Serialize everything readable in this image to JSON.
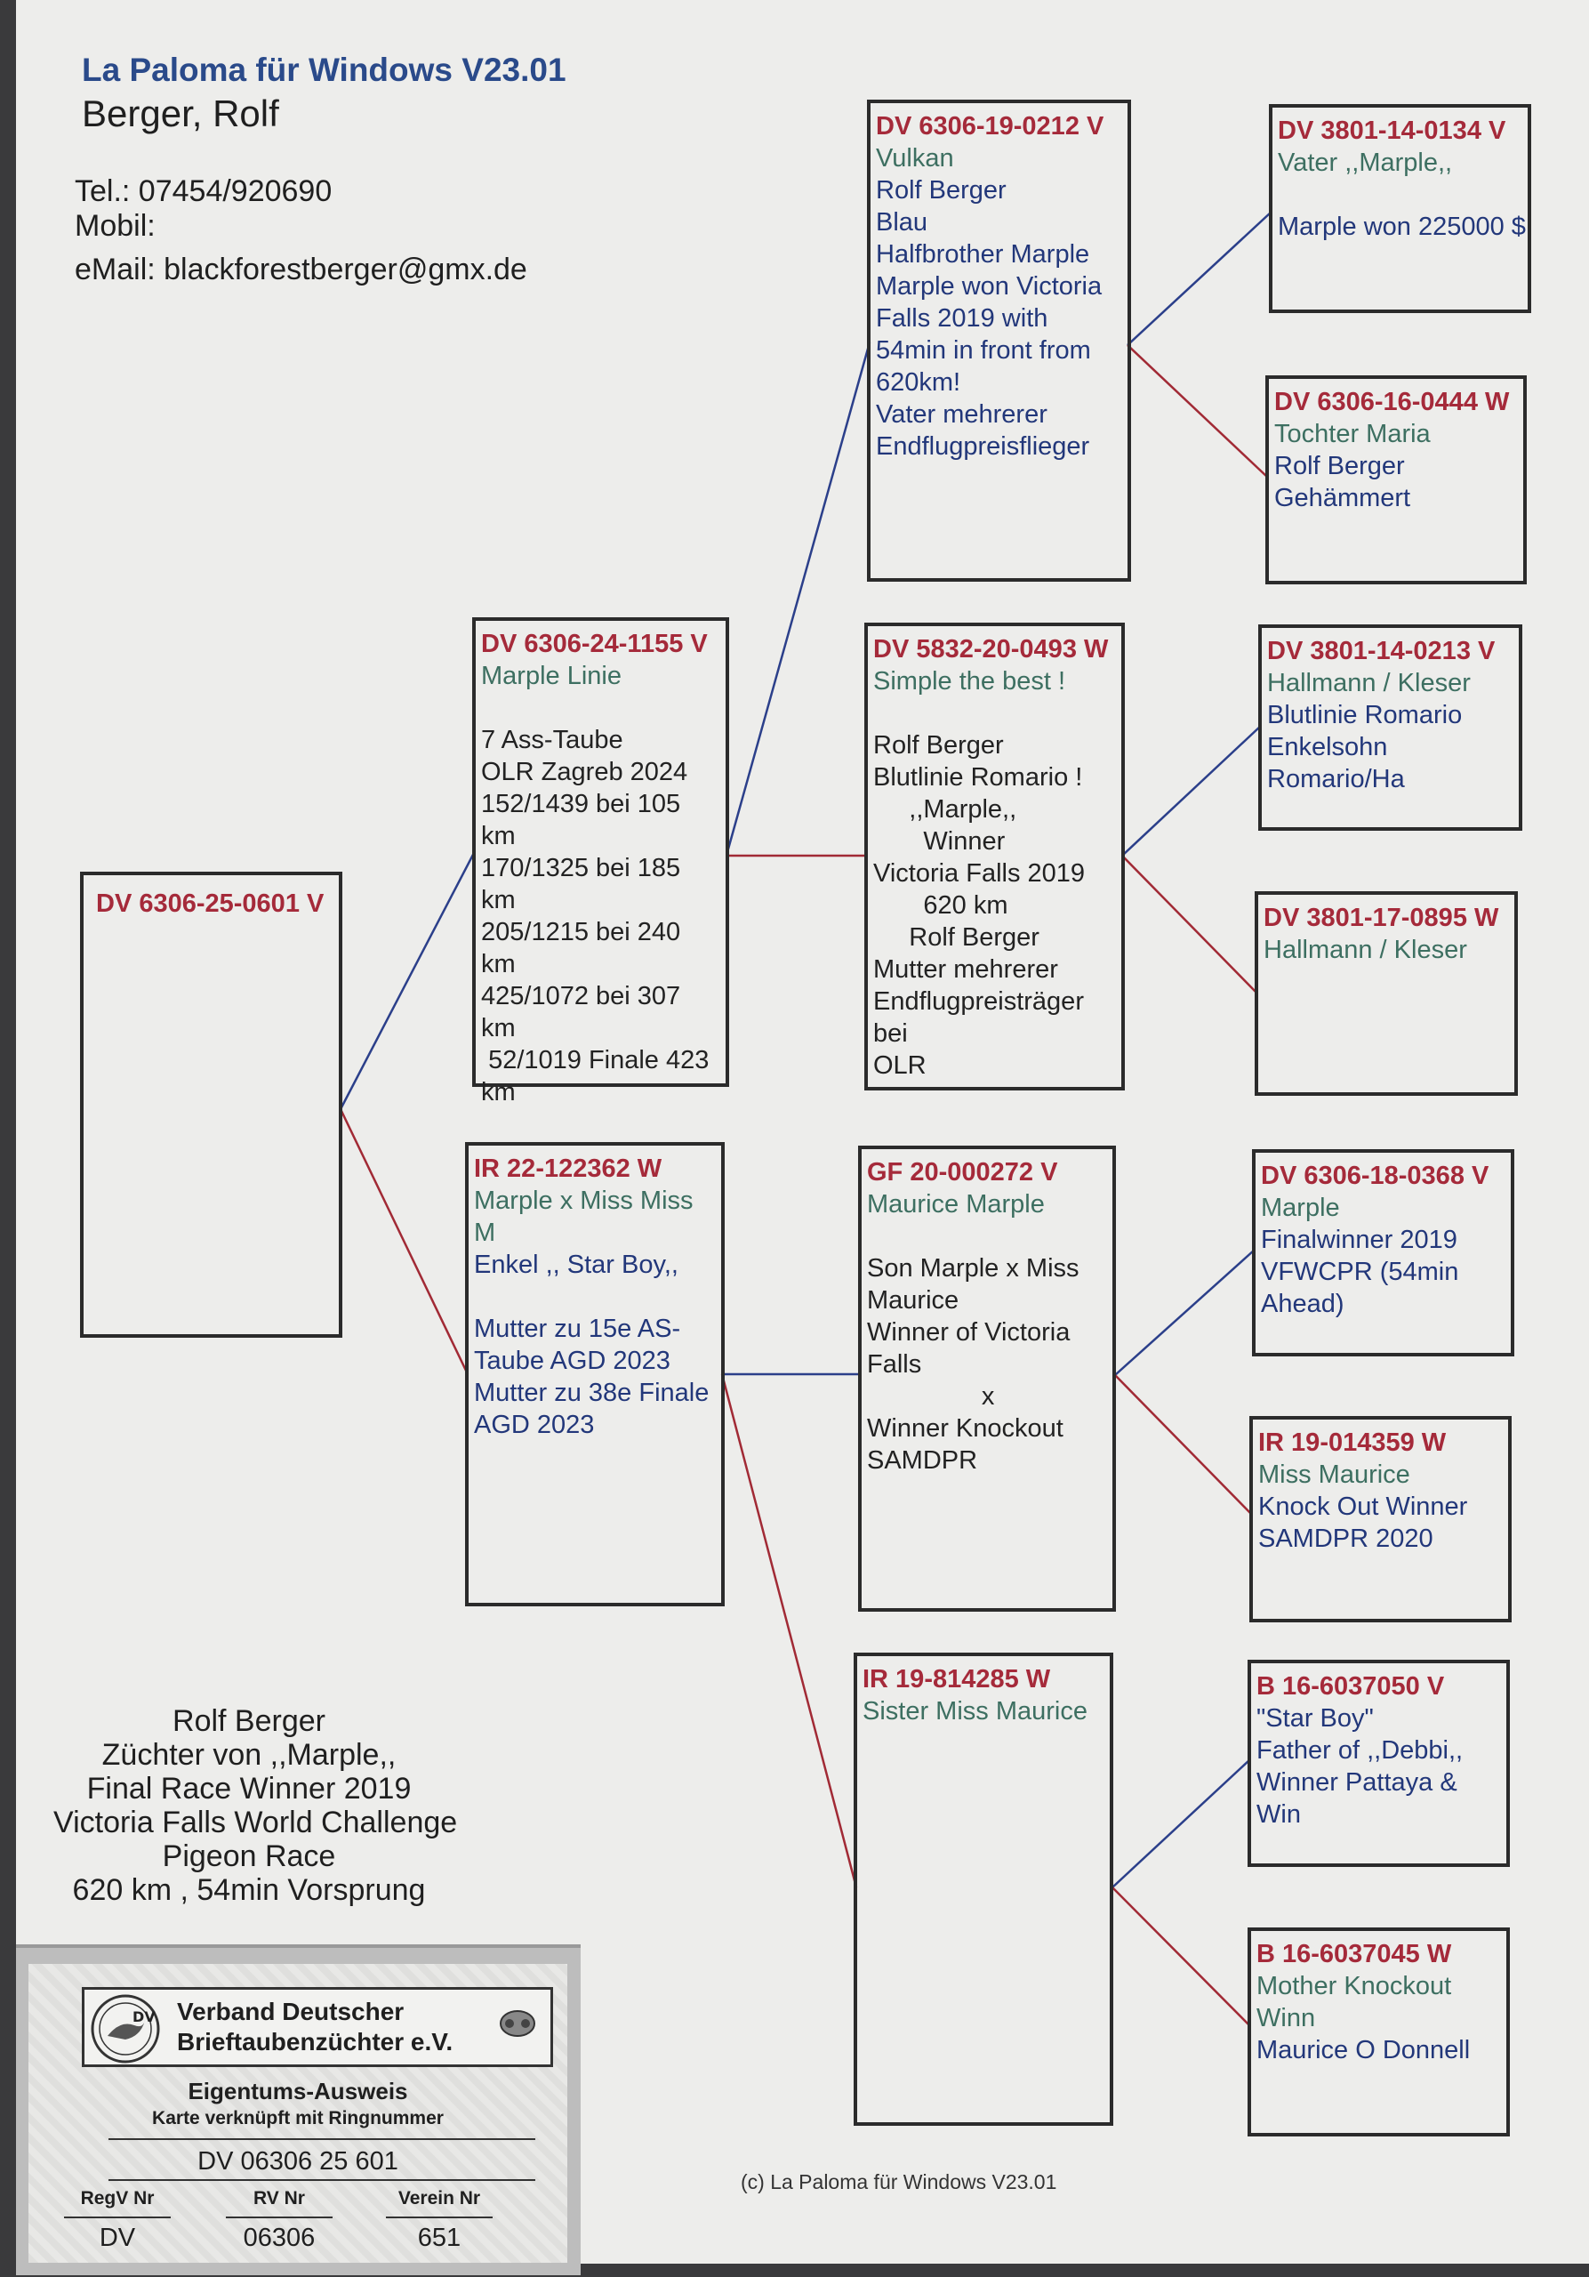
{
  "header": {
    "title": "La Paloma für Windows V23.01",
    "name": "Berger, Rolf",
    "tel": "Tel.: 07454/920690",
    "mobil": "Mobil:",
    "email": "eMail: blackforestberger@gmx.de"
  },
  "pedigree": {
    "subject": {
      "ring": "DV 6306-25-0601 V"
    },
    "sire": {
      "ring": "DV 6306-24-1155 V",
      "name": "Marple Linie",
      "text": "\n7 Ass-Taube\nOLR Zagreb 2024\n152/1439 bei 105 km\n170/1325 bei 185 km\n205/1215 bei 240 km\n425/1072 bei 307 km\n 52/1019 Finale 423\nkm"
    },
    "dam": {
      "ring": "IR 22-122362 W",
      "name": "Marple x Miss Miss\nM",
      "text": "Enkel ,, Star Boy,,\n\nMutter zu 15e AS-\nTaube AGD 2023\nMutter zu 38e Finale\nAGD 2023"
    },
    "ss": {
      "ring": "DV 6306-19-0212 V",
      "name": "Vulkan",
      "text": "Rolf Berger\nBlau\nHalfbrother Marple\nMarple won Victoria\nFalls 2019 with\n54min in front from\n620km!\nVater mehrerer\nEndflugpreisflieger"
    },
    "sd": {
      "ring": "DV 5832-20-0493 W",
      "name": "Simple the best !",
      "text": "\nRolf Berger\nBlutlinie Romario !\n     ,,Marple,,\n       Winner\nVictoria Falls 2019\n       620 km\n     Rolf Berger\nMutter mehrerer\nEndflugpreisträger bei\nOLR"
    },
    "ds": {
      "ring": "GF 20-000272 V",
      "name": "Maurice Marple",
      "text": "\nSon Marple x Miss\nMaurice\nWinner of Victoria\nFalls\n                x\nWinner Knockout\nSAMDPR"
    },
    "dd": {
      "ring": "IR 19-814285 W",
      "name": "Sister Miss Maurice",
      "text": ""
    },
    "sss": {
      "ring": "DV 3801-14-0134 V",
      "name": "Vater ,,Marple,,",
      "text": "\nMarple won 225000 $"
    },
    "ssd": {
      "ring": "DV 6306-16-0444 W",
      "name": "Tochter Maria",
      "text": "Rolf Berger\nGehämmert"
    },
    "sds": {
      "ring": "DV 3801-14-0213 V",
      "name": "Hallmann / Kleser",
      "text": "Blutlinie Romario\nEnkelsohn\nRomario/Ha"
    },
    "sdd": {
      "ring": "DV 3801-17-0895 W",
      "name": "Hallmann / Kleser",
      "text": ""
    },
    "dss": {
      "ring": "DV 6306-18-0368 V",
      "name": "Marple",
      "text": "Finalwinner 2019\nVFWCPR (54min\nAhead)"
    },
    "dsd": {
      "ring": "IR 19-014359 W",
      "name": "Miss Maurice",
      "text": "Knock Out Winner\nSAMDPR 2020"
    },
    "dds": {
      "ring": "B  16-6037050 V",
      "name": "\"Star Boy\"",
      "text": "Father of ,,Debbi,,\nWinner Pattaya &\nWin"
    },
    "ddd": {
      "ring": "B  16-6037045 W",
      "name": "Mother Knockout\nWinn",
      "text": "Maurice O Donnell"
    }
  },
  "breeder_note": [
    "Rolf Berger",
    "Züchter von ,,Marple,,",
    "Final Race Winner 2019",
    "Victoria Falls World Challenge",
    "Pigeon Race",
    "620 km , 54min Vorsprung"
  ],
  "card": {
    "association_line1": "Verband Deutscher",
    "association_line2": "Brieftaubenzüchter e.V.",
    "title": "Eigentums-Ausweis",
    "subtitle": "Karte verknüpft mit Ringnummer",
    "ring": "DV 06306 25 601",
    "regv_label": "RegV Nr",
    "regv": "DV",
    "rv_label": "RV Nr",
    "rv": "06306",
    "verein_label": "Verein Nr",
    "verein": "651",
    "logo_text": "DV"
  },
  "footer": "(c) La Paloma für Windows V23.01",
  "colors": {
    "sire_line": "#2b3f8a",
    "dam_line": "#a12a35",
    "ring_red": "#a52a3a",
    "name_green": "#3d6f61",
    "text_blue": "#22377a"
  }
}
